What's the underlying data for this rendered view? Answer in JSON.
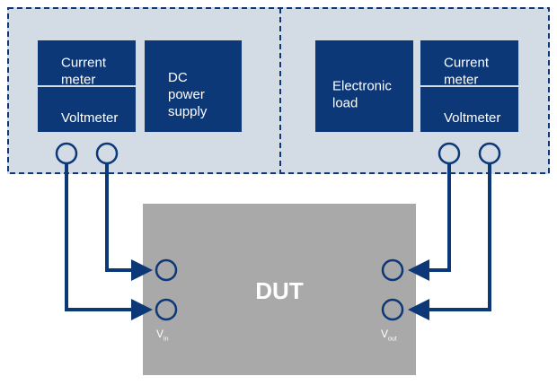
{
  "source_equipment": {
    "current_meter_label": "Current\nmeter",
    "voltmeter_label": "Voltmeter",
    "power_supply_label": "DC\npower\nsupply"
  },
  "load_equipment": {
    "electronic_load_label": "Electronic\nload",
    "current_meter_label": "Current\nmeter",
    "voltmeter_label": "Voltmeter"
  },
  "dut": {
    "label": "DUT",
    "vin_main": "V",
    "vin_sub": "in",
    "vout_main": "V",
    "vout_sub": "out"
  },
  "colors": {
    "instrument_fill": "#0d3878",
    "panel_fill": "#d3dbe5",
    "dut_fill": "#a9a9a9",
    "wire": "#0d3878"
  }
}
